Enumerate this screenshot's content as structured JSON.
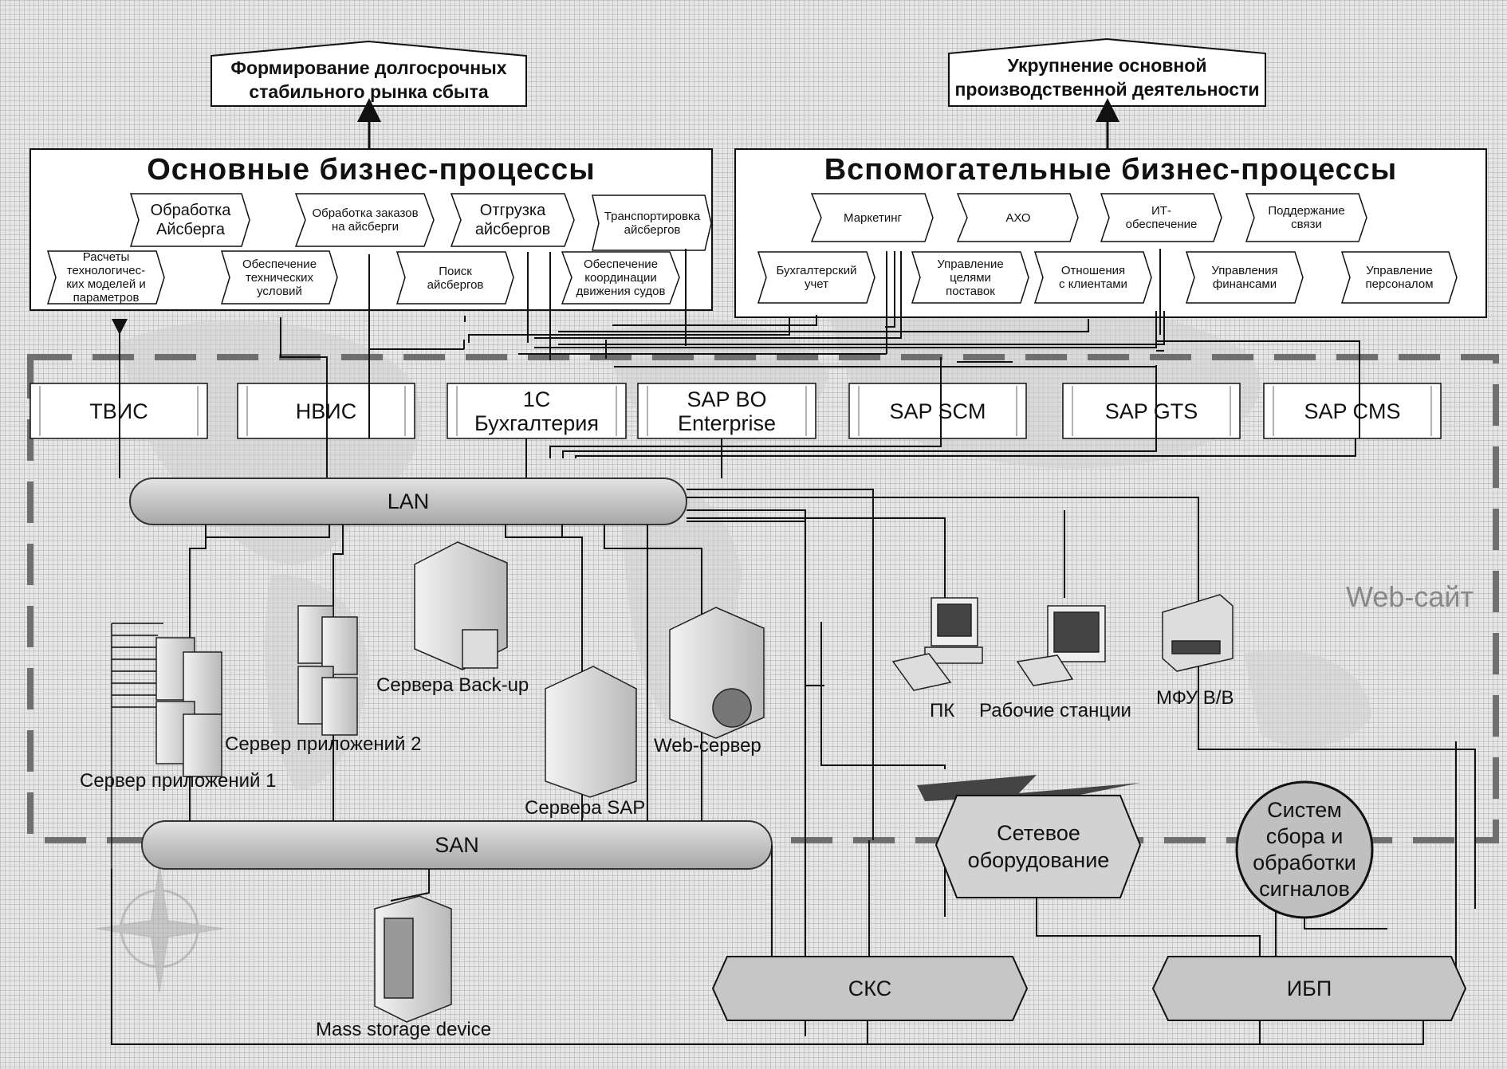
{
  "goals": {
    "left": "Формирование долгосрочных\nстабильного рынка сбыта",
    "right": "Укрупнение основной\nпроизводственной деятельности"
  },
  "main_processes": {
    "title": "Основные бизнес-процессы",
    "items": [
      "Обработка\nАйсберга",
      "Обработка заказов\nна айсберги",
      "Отгрузка\nайсбергов",
      "Транспортировка\nайсбергов",
      "Расчеты\nтехнологичес-\nких моделей и\nпараметров",
      "Обеспечение\nтехнических\nусловий",
      "Поиск\nайсбергов",
      "Обеспечение\nкоординации\nдвижения судов"
    ]
  },
  "support_processes": {
    "title": "Вспомогательные бизнес-процессы",
    "items": [
      "Маркетинг",
      "АХО",
      "ИТ-\nобеспечение",
      "Поддержание\nсвязи",
      "Бухгалтерский\nучет",
      "Управление\nцелями\nпоставок",
      "Отношения\nс клиентами",
      "Управления\nфинансами",
      "Управление\nперсоналом"
    ]
  },
  "systems": [
    "ТВИС",
    "НВИС",
    "1С\nБухгалтерия",
    "SAP BO\nEnterprise",
    "SAP SCM",
    "SAP GTS",
    "SAP CMS"
  ],
  "buses": {
    "lan": "LAN",
    "san": "SAN"
  },
  "web_site_label": "Web-сайт",
  "devices": {
    "app_server_1": "Сервер приложений 1",
    "app_server_2": "Сервер приложений 2",
    "backup_servers": "Сервера Back-up",
    "sap_servers": "Сервера SAP",
    "web_server": "Web-сервер",
    "pc": "ПК",
    "workstations": "Рабочие станции",
    "mfu": "МФУ В/В",
    "mass_storage": "Mass storage device"
  },
  "infrastructure": {
    "network_equipment": "Сетевое\nоборудование",
    "signal_system": "Систем\nсбора и\nобработки\nсигналов",
    "sks": "СКС",
    "ibp": "ИБП"
  },
  "colors": {
    "background": "#e6e6e6",
    "box": "#ffffff",
    "bus": "#c8c8c8",
    "dashed_border": "#777777",
    "line": "#111111"
  }
}
